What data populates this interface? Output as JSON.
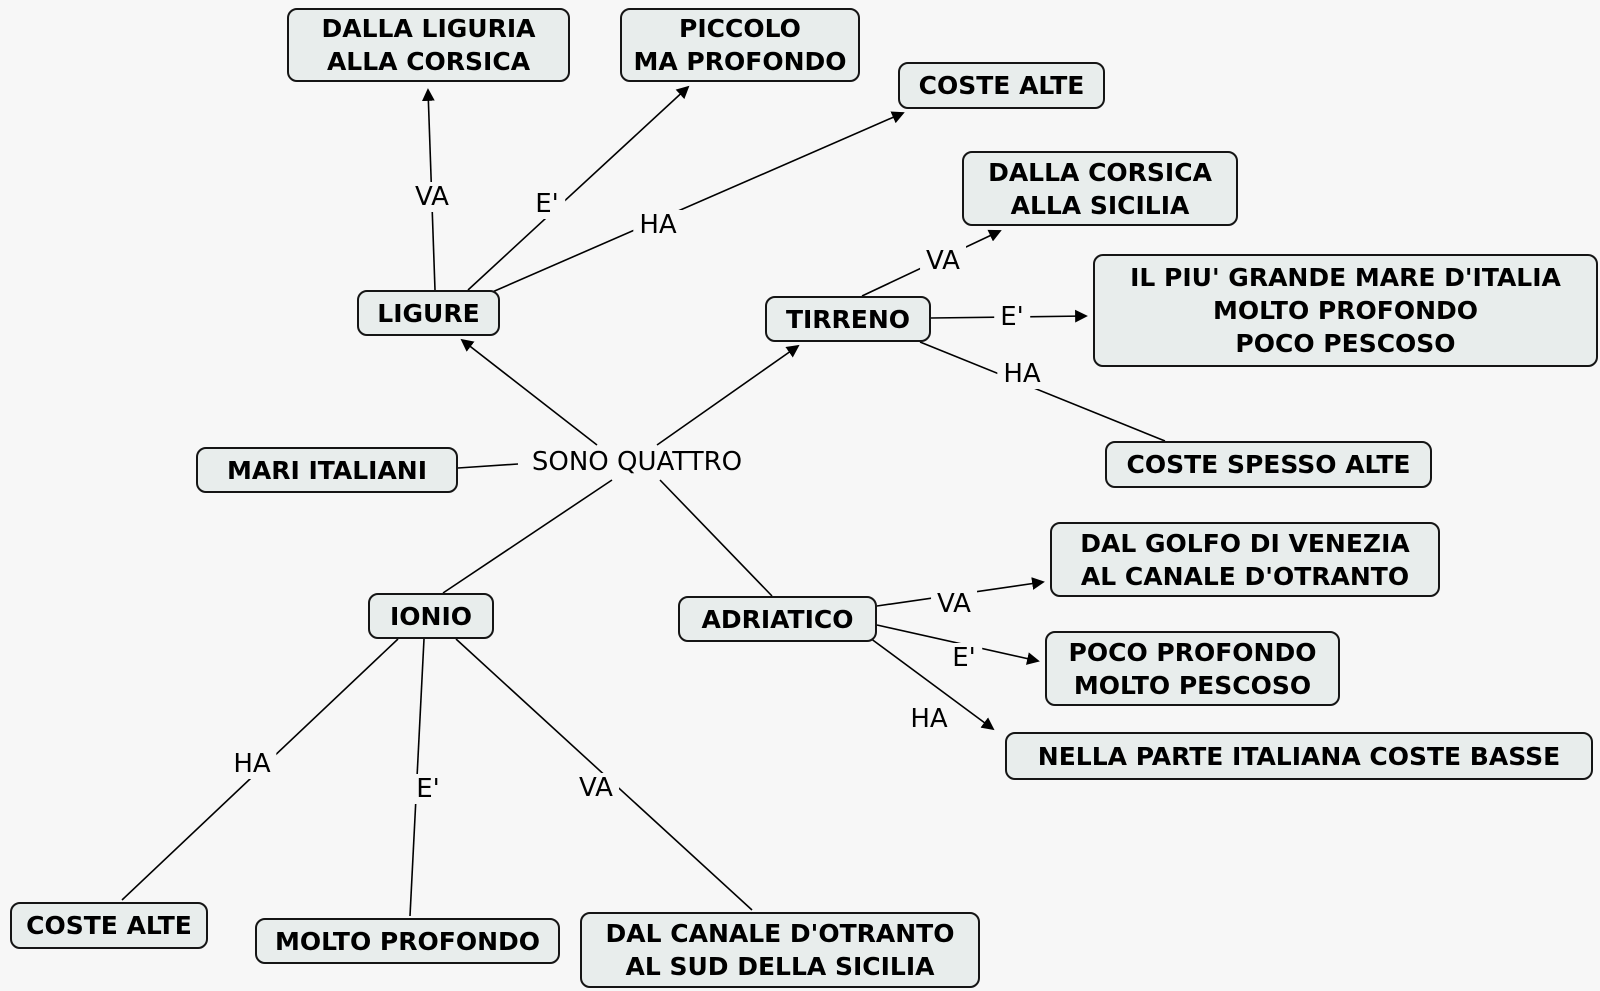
{
  "diagram": {
    "type": "concept-map",
    "colors": {
      "background": "#f7f7f7",
      "node_fill": "#e8edec",
      "node_border": "#151515",
      "line": "#000000",
      "text": "#000000"
    },
    "nodes": [
      {
        "id": "dalla-liguria-alla-corsica",
        "label": "DALLA LIGURIA\nALLA CORSICA"
      },
      {
        "id": "piccolo-ma-profondo",
        "label": "PICCOLO\nMA PROFONDO"
      },
      {
        "id": "coste-alte-ligure",
        "label": "COSTE ALTE"
      },
      {
        "id": "dalla-corsica-alla-sicilia",
        "label": "DALLA CORSICA\nALLA SICILIA"
      },
      {
        "id": "il-piu-grande-mare-ditalia",
        "label": "IL PIU' GRANDE MARE D'ITALIA\nMOLTO PROFONDO\nPOCO PESCOSO"
      },
      {
        "id": "ligure",
        "label": "LIGURE"
      },
      {
        "id": "tirreno",
        "label": "TIRRENO"
      },
      {
        "id": "mari-italiani",
        "label": "MARI ITALIANI"
      },
      {
        "id": "coste-spesso-alte",
        "label": "COSTE SPESSO ALTE"
      },
      {
        "id": "dal-golfo-di-venezia",
        "label": "DAL GOLFO DI VENEZIA\nAL CANALE D'OTRANTO"
      },
      {
        "id": "ionio",
        "label": "IONIO"
      },
      {
        "id": "adriatico",
        "label": "ADRIATICO"
      },
      {
        "id": "poco-profondo-molto-pescoso",
        "label": "POCO PROFONDO\nMOLTO PESCOSO"
      },
      {
        "id": "nella-parte-italiana-coste-basse",
        "label": "NELLA PARTE ITALIANA COSTE BASSE"
      },
      {
        "id": "coste-alte-ionio",
        "label": "COSTE ALTE"
      },
      {
        "id": "molto-profondo",
        "label": "MOLTO PROFONDO"
      },
      {
        "id": "dal-canale-dotranto",
        "label": "DAL CANALE D'OTRANTO\nAL SUD DELLA SICILIA"
      }
    ],
    "link_labels": [
      {
        "id": "sono-quattro",
        "text": "SONO QUATTRO"
      },
      {
        "id": "va-ligure",
        "text": "VA"
      },
      {
        "id": "e-ligure",
        "text": "E'"
      },
      {
        "id": "ha-ligure",
        "text": "HA"
      },
      {
        "id": "va-tirreno",
        "text": "VA"
      },
      {
        "id": "e-tirreno",
        "text": "E'"
      },
      {
        "id": "ha-tirreno",
        "text": "HA"
      },
      {
        "id": "va-adriatico",
        "text": "VA"
      },
      {
        "id": "e-adriatico",
        "text": "E'"
      },
      {
        "id": "ha-adriatico",
        "text": "HA"
      },
      {
        "id": "ha-ionio",
        "text": "HA"
      },
      {
        "id": "e-ionio",
        "text": "E'"
      },
      {
        "id": "va-ionio",
        "text": "VA"
      }
    ],
    "edges": [
      {
        "from": "mari-italiani",
        "label": "SONO QUATTRO",
        "to": "ligure"
      },
      {
        "from": "mari-italiani",
        "label": "SONO QUATTRO",
        "to": "tirreno"
      },
      {
        "from": "mari-italiani",
        "label": "SONO QUATTRO",
        "to": "ionio"
      },
      {
        "from": "mari-italiani",
        "label": "SONO QUATTRO",
        "to": "adriatico"
      },
      {
        "from": "ligure",
        "label": "VA",
        "to": "dalla-liguria-alla-corsica"
      },
      {
        "from": "ligure",
        "label": "E'",
        "to": "piccolo-ma-profondo"
      },
      {
        "from": "ligure",
        "label": "HA",
        "to": "coste-alte-ligure"
      },
      {
        "from": "tirreno",
        "label": "VA",
        "to": "dalla-corsica-alla-sicilia"
      },
      {
        "from": "tirreno",
        "label": "E'",
        "to": "il-piu-grande-mare-ditalia"
      },
      {
        "from": "tirreno",
        "label": "HA",
        "to": "coste-spesso-alte"
      },
      {
        "from": "adriatico",
        "label": "VA",
        "to": "dal-golfo-di-venezia"
      },
      {
        "from": "adriatico",
        "label": "E'",
        "to": "poco-profondo-molto-pescoso"
      },
      {
        "from": "adriatico",
        "label": "HA",
        "to": "nella-parte-italiana-coste-basse"
      },
      {
        "from": "ionio",
        "label": "HA",
        "to": "coste-alte-ionio"
      },
      {
        "from": "ionio",
        "label": "E'",
        "to": "molto-profondo"
      },
      {
        "from": "ionio",
        "label": "VA",
        "to": "dal-canale-dotranto"
      }
    ]
  }
}
